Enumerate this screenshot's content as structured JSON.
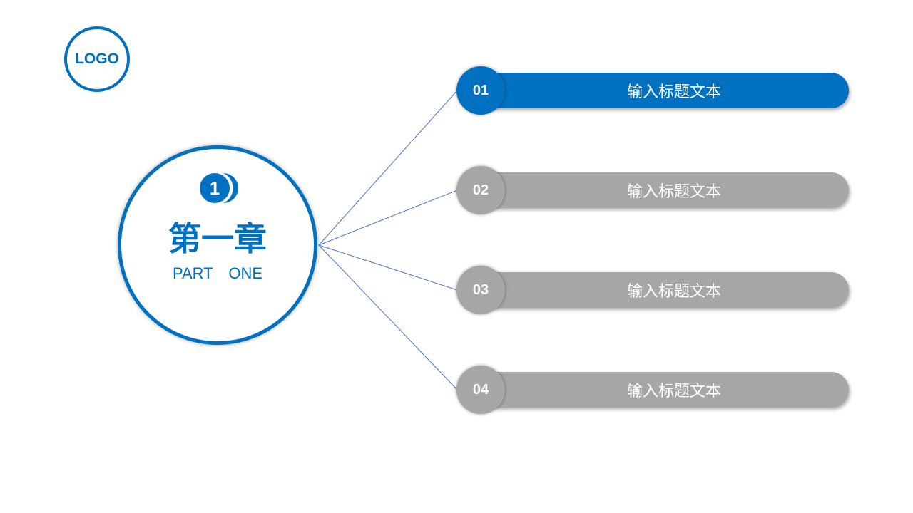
{
  "logo": "LOGO",
  "chapter": {
    "number": "1",
    "title": "第一章",
    "subtitle": "PART ONE"
  },
  "colors": {
    "accent": "#0070C0",
    "inactive": "#A6A6A6"
  },
  "items": [
    {
      "number": "01",
      "label": "输入标题文本",
      "active": true
    },
    {
      "number": "02",
      "label": "输入标题文本",
      "active": false
    },
    {
      "number": "03",
      "label": "输入标题文本",
      "active": false
    },
    {
      "number": "04",
      "label": "输入标题文本",
      "active": false
    }
  ]
}
